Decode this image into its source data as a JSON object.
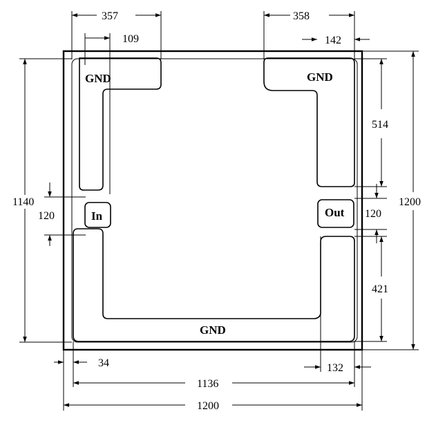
{
  "diagram": {
    "labels": {
      "gnd_top_left": "GND",
      "gnd_top_right": "GND",
      "gnd_bottom": "GND",
      "in": "In",
      "out": "Out"
    },
    "dimensions": {
      "top_left_width": "357",
      "top_left_inner": "109",
      "top_right_width": "358",
      "top_right_inner": "142",
      "left_height": "1140",
      "left_port": "120",
      "right_upper": "514",
      "right_port": "120",
      "right_lower": "421",
      "right_height": "1200",
      "bottom_left_offset": "34",
      "bottom_right_offset": "132",
      "bottom_inner_width": "1136",
      "bottom_total_width": "1200"
    }
  }
}
